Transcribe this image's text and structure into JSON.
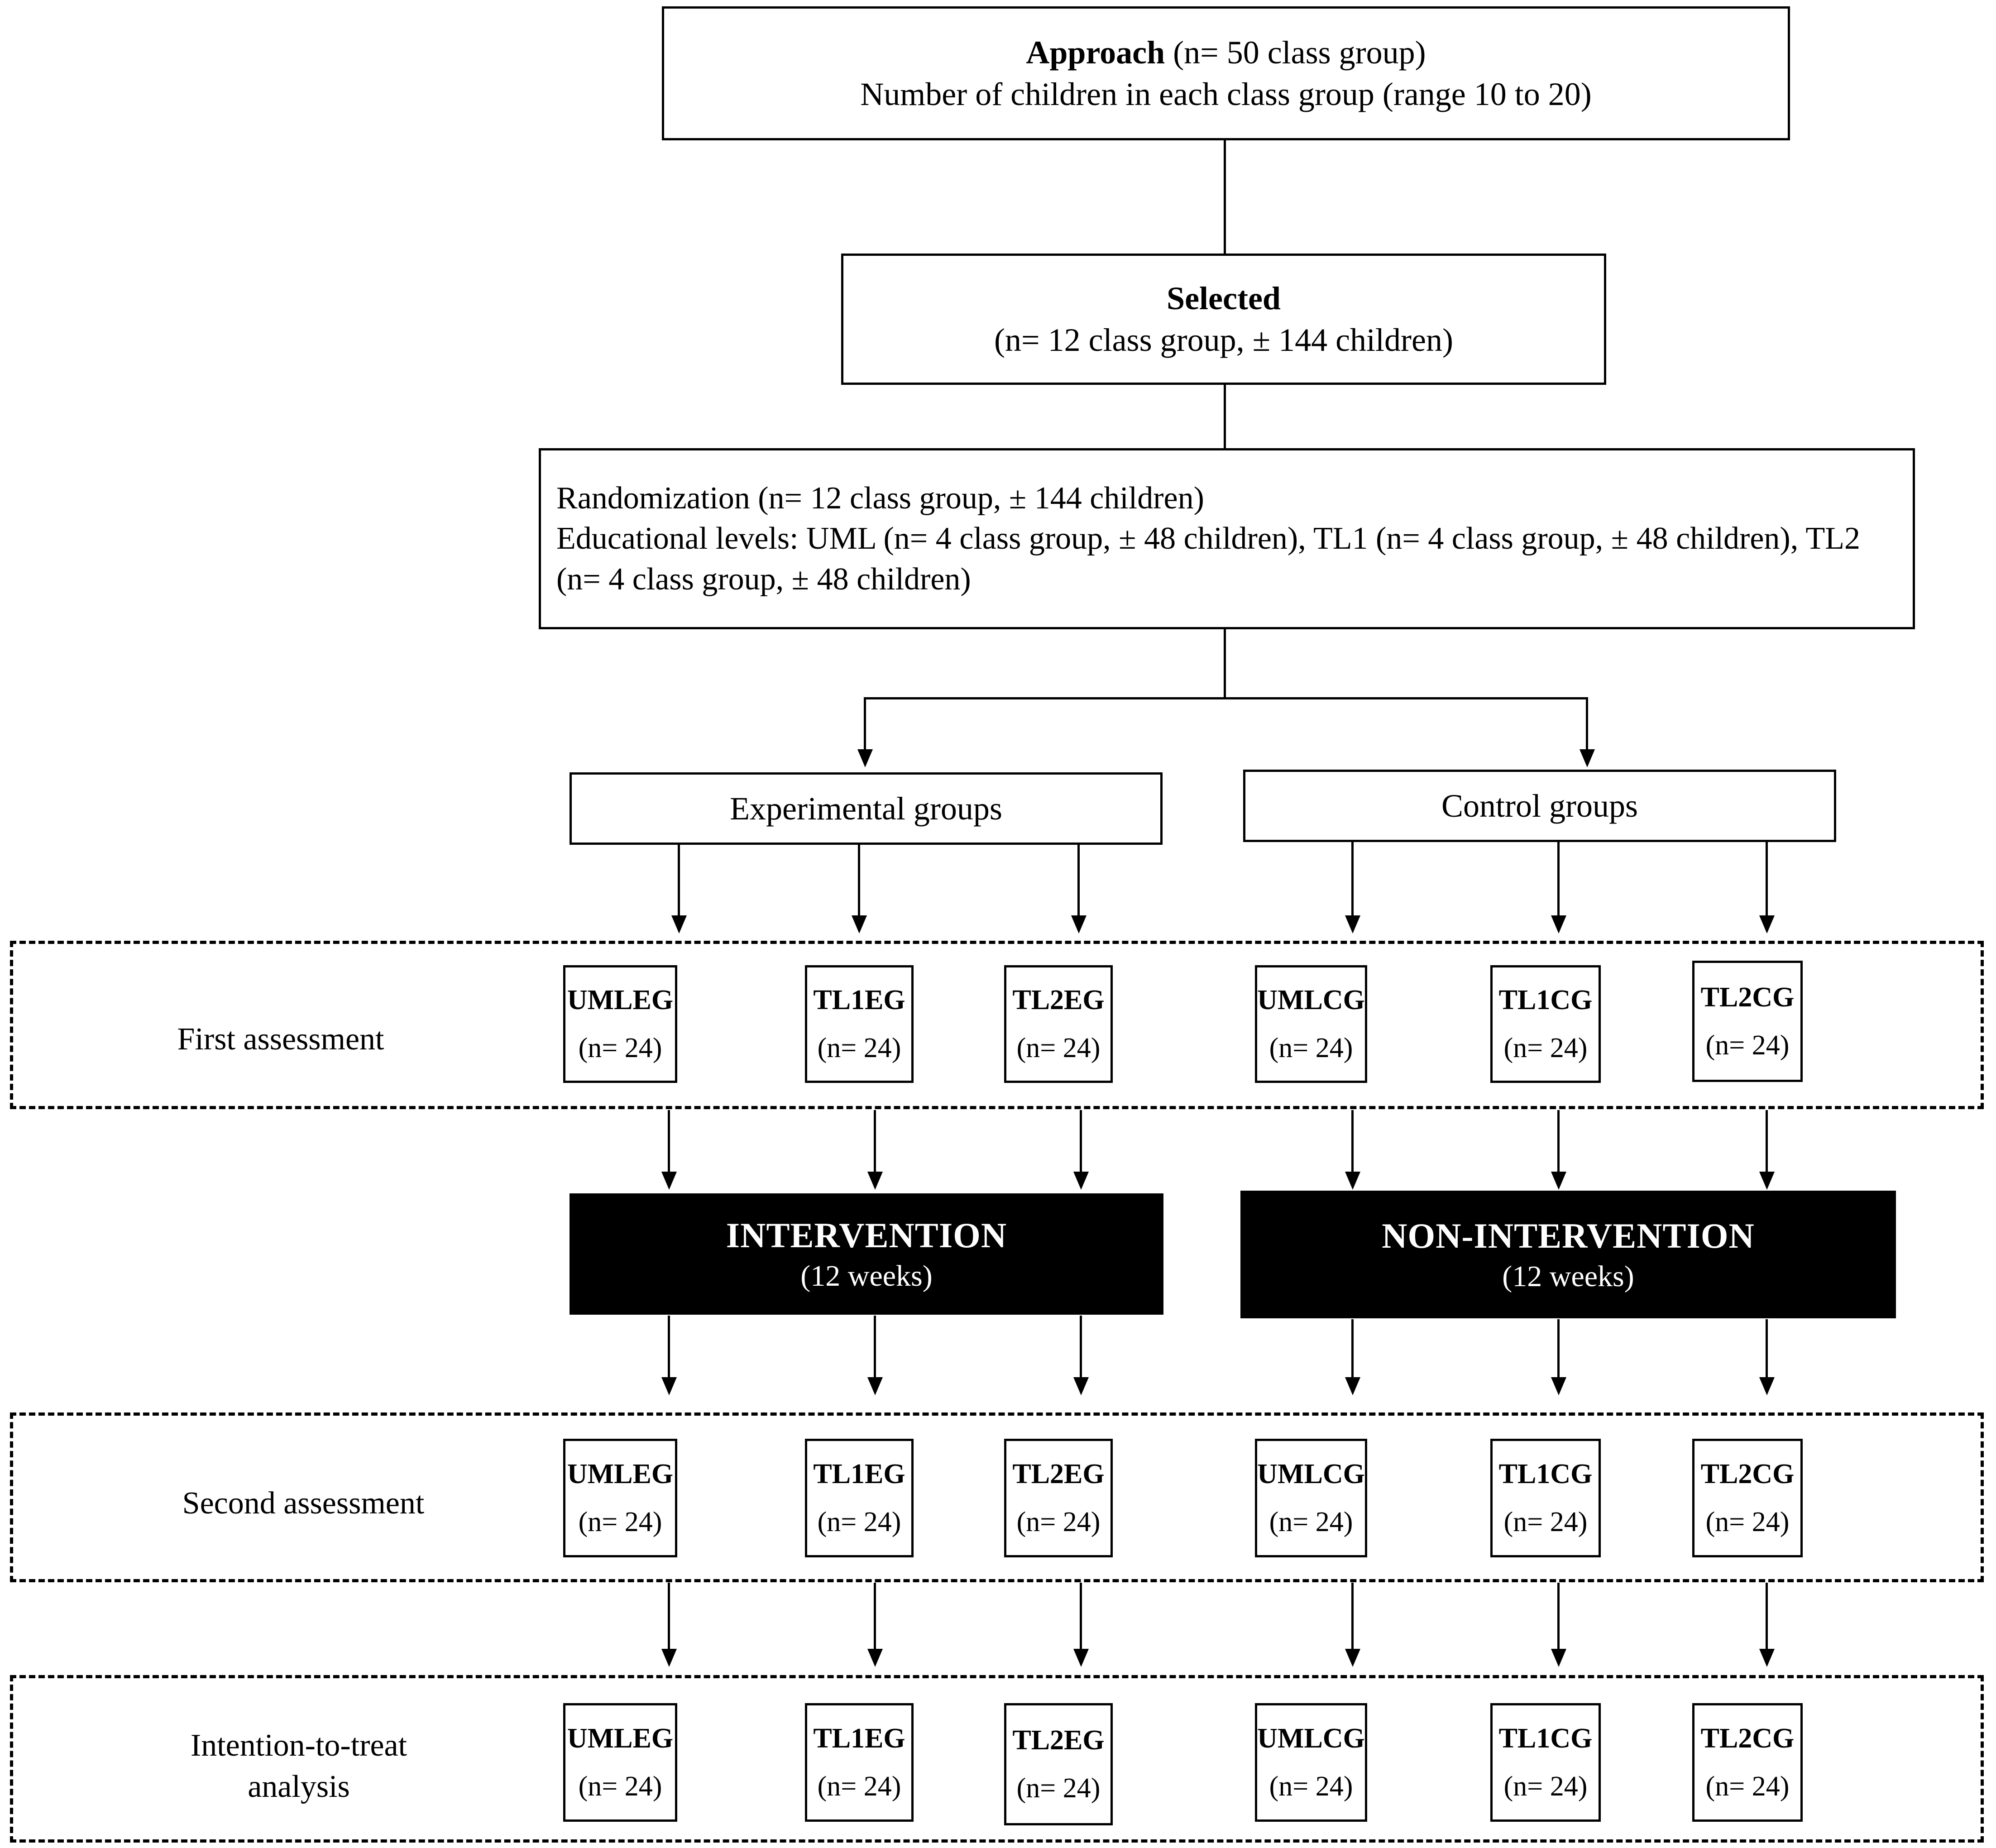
{
  "diagram": {
    "title": "CONSORT-style study flow diagram",
    "approach": {
      "heading": "Approach",
      "heading_detail": " (n= 50 class group)",
      "line2": "Number  of children in  each class group (range 10 to 20)"
    },
    "selected": {
      "heading": "Selected",
      "line2": "(n= 12 class group, ± 144 children)"
    },
    "randomization": {
      "line1": "Randomization  (n= 12 class group, ± 144 children)",
      "line2": "Educational levels: UML (n= 4 class group, ± 48 children), TL1 (n= 4 class group, ± 48 children), TL2 (n= 4 class group, ± 48 children)"
    },
    "arms": {
      "experimental_label": "Experimental  groups",
      "control_label": "Control groups"
    },
    "banners": {
      "intervention": {
        "title": "INTERVENTION",
        "duration": "(12 weeks)"
      },
      "non_intervention": {
        "title": "NON-INTERVENTION",
        "duration": "(12 weeks)"
      }
    },
    "sections": [
      {
        "id": "first-assessment",
        "label": "First assessment",
        "groups": [
          {
            "code": "UMLEG",
            "n": "(n= 24)"
          },
          {
            "code": "TL1EG",
            "n": "(n= 24)"
          },
          {
            "code": "TL2EG",
            "n": "(n= 24)"
          },
          {
            "code": "UMLCG",
            "n": "(n= 24)"
          },
          {
            "code": "TL1CG",
            "n": "(n= 24)"
          },
          {
            "code": "TL2CG",
            "n": "(n= 24)"
          }
        ]
      },
      {
        "id": "second-assessment",
        "label": "Second assessment",
        "groups": [
          {
            "code": "UMLEG",
            "n": "(n= 24)"
          },
          {
            "code": "TL1EG",
            "n": "(n= 24)"
          },
          {
            "code": "TL2EG",
            "n": "(n= 24)"
          },
          {
            "code": "UMLCG",
            "n": "(n= 24)"
          },
          {
            "code": "TL1CG",
            "n": "(n= 24)"
          },
          {
            "code": "TL2CG",
            "n": "(n= 24)"
          }
        ]
      },
      {
        "id": "itt",
        "label": "Intention-to-treat\nanalysis",
        "groups": [
          {
            "code": "UMLEG",
            "n": "(n= 24)"
          },
          {
            "code": "TL1EG",
            "n": "(n= 24)"
          },
          {
            "code": "TL2EG",
            "n": "(n= 24)"
          },
          {
            "code": "UMLCG",
            "n": "(n= 24)"
          },
          {
            "code": "TL1CG",
            "n": "(n= 24)"
          },
          {
            "code": "TL2CG",
            "n": "(n= 24)"
          }
        ]
      }
    ],
    "colors": {
      "ink": "#000000",
      "paper": "#ffffff",
      "banner_bg": "#000000",
      "banner_fg": "#ffffff"
    }
  }
}
